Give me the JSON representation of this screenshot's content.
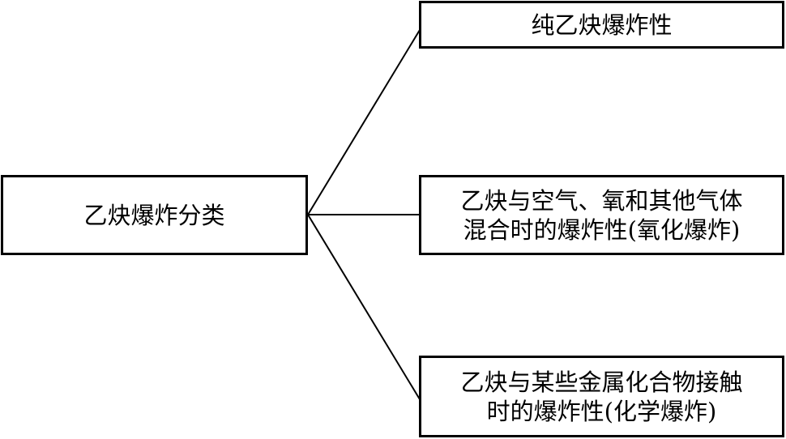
{
  "root": {
    "label": "乙炔爆炸分类"
  },
  "children": [
    {
      "lines": [
        "纯乙炔爆炸性"
      ]
    },
    {
      "lines": [
        "乙炔与空气、氧和其他气体",
        "混合时的爆炸性(氧化爆炸)"
      ]
    },
    {
      "lines": [
        "乙炔与某些金属化合物接触",
        "时的爆炸性(化学爆炸)"
      ]
    }
  ],
  "colors": {
    "stroke": "#000000",
    "background": "#ffffff"
  }
}
